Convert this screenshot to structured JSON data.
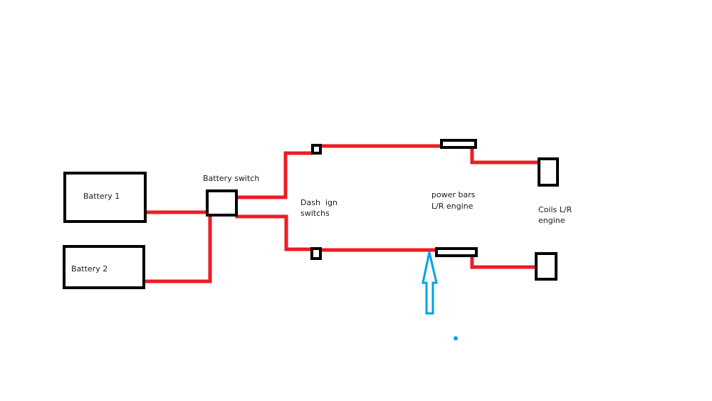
{
  "diagram": {
    "title": "",
    "colors": {
      "wire": "#ed1c24",
      "component": "#000000",
      "annotation": "#00a2e8",
      "background": "#ffffff"
    },
    "components": {
      "battery1": {
        "label": "Battery 1"
      },
      "battery2": {
        "label": "Battery 2"
      },
      "battery_switch": {
        "label": "Battery switch"
      },
      "dash_ign_switches": {
        "label_line1": "Dash  ign",
        "label_line2": "switchs"
      },
      "power_bars": {
        "label_line1": "power bars",
        "label_line2": "L/R engine"
      },
      "coils": {
        "label_line1": "Coils L/R",
        "label_line2": "engine"
      }
    },
    "annotation": {
      "type": "up-arrow",
      "points_to": "lower power bar feed"
    }
  }
}
